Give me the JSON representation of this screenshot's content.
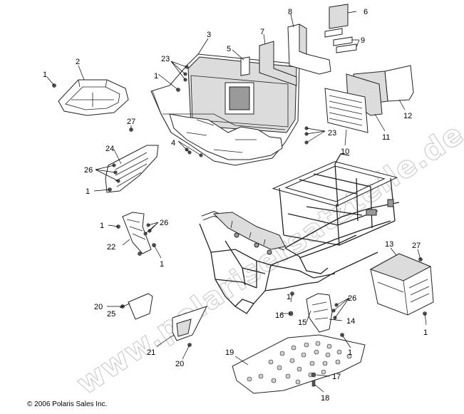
{
  "copyright": "© 2006 Polaris Sales Inc.",
  "watermark": "www.polarisersatzteile.de",
  "callouts": {
    "c1a": "1",
    "c1b": "1",
    "c1c": "1",
    "c1d": "1",
    "c1e": "1",
    "c1f": "1",
    "c2": "2",
    "c3": "3",
    "c4": "4",
    "c5": "5",
    "c6": "6",
    "c7": "7",
    "c8": "8",
    "c9": "9",
    "c10": "10",
    "c11": "11",
    "c12": "12",
    "c13": "13",
    "c14": "14",
    "c15": "15",
    "c16": "16",
    "c17": "17",
    "c18": "18",
    "c19": "19",
    "c20a": "20",
    "c20b": "20",
    "c21": "21",
    "c22": "22",
    "c23a": "23",
    "c23b": "23",
    "c24": "24",
    "c25": "25",
    "c26a": "26",
    "c26b": "26",
    "c26c": "26",
    "c27a": "27",
    "c27b": "27"
  }
}
